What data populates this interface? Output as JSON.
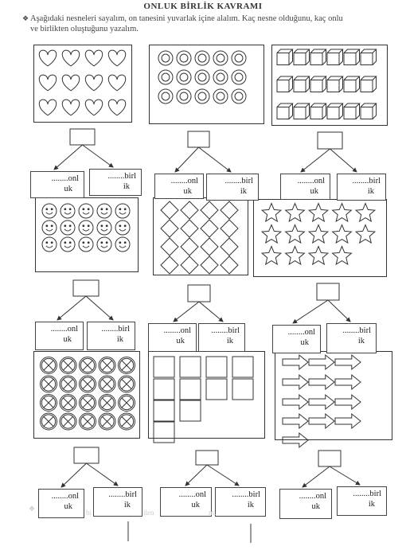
{
  "header": {
    "title": "ONLUK BİRLİK KAVRAMI",
    "instruction_line1": "Aşağıdaki nesneleri sayalım, on tanesini yuvarlak içine alalım. Kaç nesne olduğunu, kaç onlu",
    "instruction_line2": "ve birlikten oluştuğunu yazalım."
  },
  "answer_labels": {
    "onluk_line1": "........onl",
    "onluk_line2": "uk",
    "birlik_line1": "........birl",
    "birlik_line2": "ik"
  },
  "bottom_note": {
    "bullet": "❖",
    "text_fragment_1": "bi",
    "text_fragment_2": "ilen",
    "text_fragment_3": "m."
  },
  "picture_sets": [
    {
      "shape": "heart-icon",
      "count": 12
    },
    {
      "shape": "ring-icon",
      "count": 15
    },
    {
      "shape": "cube-icon",
      "count": 18
    },
    {
      "shape": "smiley-icon",
      "count": 15
    },
    {
      "shape": "diamond-icon",
      "count": 16
    },
    {
      "shape": "star-icon",
      "count": 14
    },
    {
      "shape": "crossed-circle-icon",
      "count": 20
    },
    {
      "shape": "square-icon",
      "count": 11
    },
    {
      "shape": "arrow-icon",
      "count": 13
    }
  ]
}
